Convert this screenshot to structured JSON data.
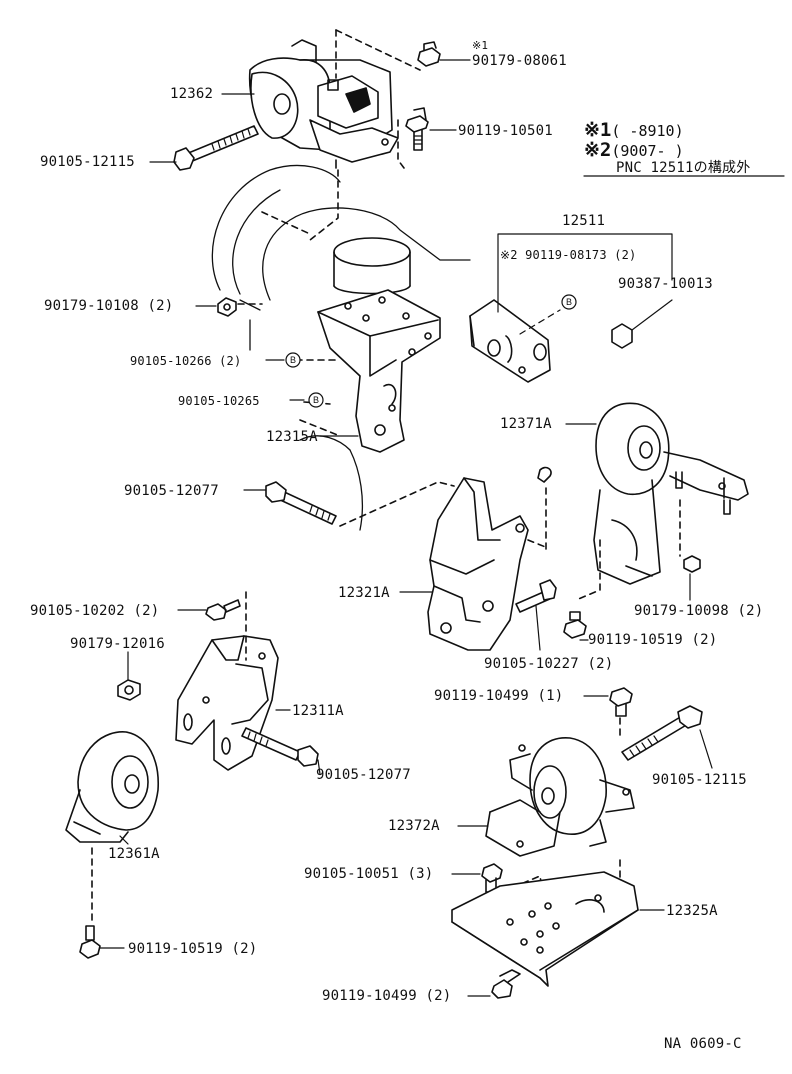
{
  "diagram": {
    "notes": {
      "n1_mark": "※1",
      "n1_text": "(      -8910)",
      "n2_mark": "※2",
      "n2_text": "(9007-        )",
      "pnc": "PNC 12511の構成外",
      "top_star": "※1"
    },
    "labels": {
      "p90179_08061": "90179-08061",
      "p12362": "12362",
      "p90119_10501": "90119-10501",
      "p90105_12115_top": "90105-12115",
      "p12511": "12511",
      "p90119_08173": "※2 90119-08173 (2)",
      "p90387_10013": "90387-10013",
      "p90179_10108": "90179-10108 (2)",
      "p90105_10266": "90105-10266 (2)",
      "p90105_10265": "90105-10265",
      "p12315A": "12315A",
      "p12371A": "12371A",
      "p90105_12077_mid": "90105-12077",
      "p12321A": "12321A",
      "p90105_10202": "90105-10202 (2)",
      "p90179_12016": "90179-12016",
      "p90179_10098": "90179-10098 (2)",
      "p90119_10519_right": "90119-10519 (2)",
      "p90105_10227": "90105-10227 (2)",
      "p12311A": "12311A",
      "p90119_10499_1": "90119-10499 (1)",
      "p90105_12077_low": "90105-12077",
      "p90105_12115_low": "90105-12115",
      "p12361A": "12361A",
      "p12372A": "12372A",
      "p90105_10051": "90105-10051 (3)",
      "p12325A": "12325A",
      "p90119_10519_left": "90119-10519 (2)",
      "p90119_10499_2": "90119-10499 (2)",
      "ref": "NA 0609-C"
    },
    "markers": {
      "b": "B"
    }
  }
}
